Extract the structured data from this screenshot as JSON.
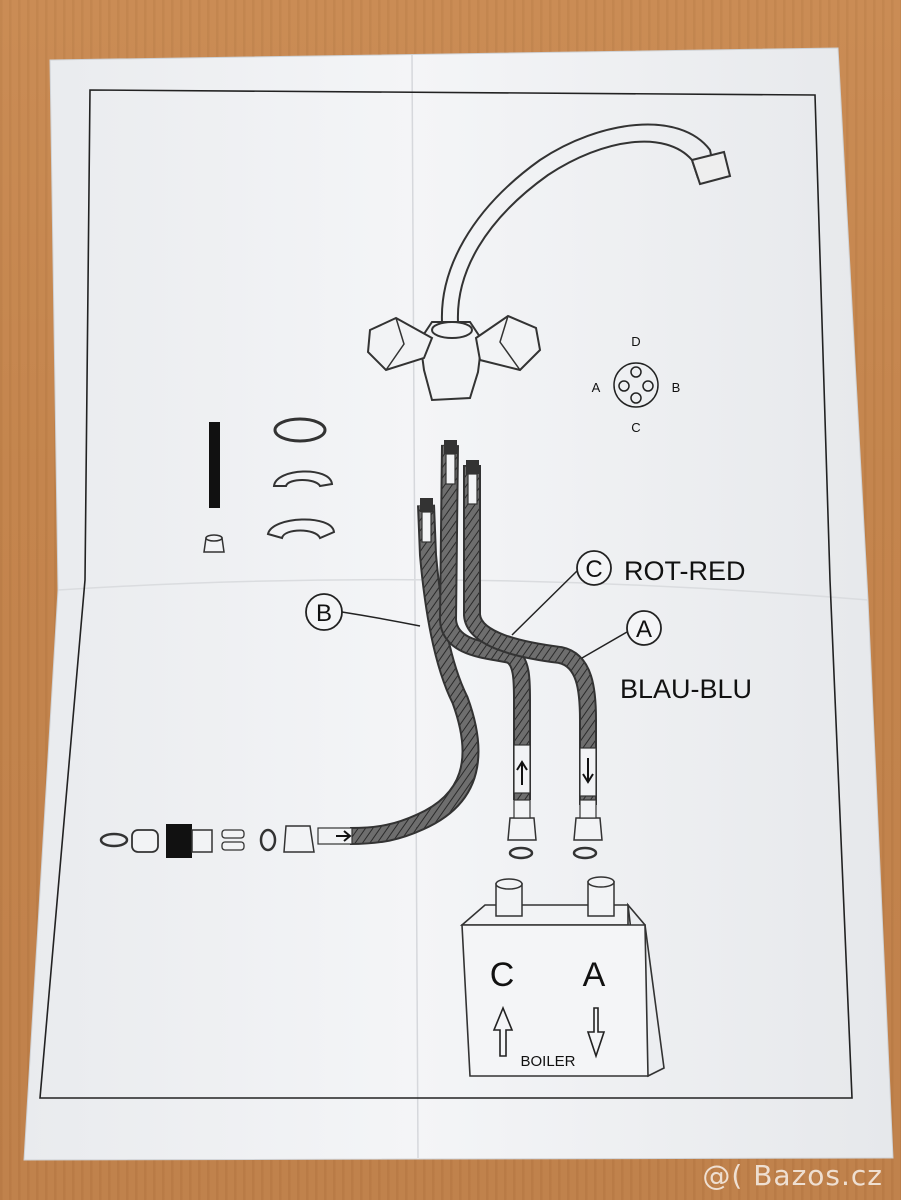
{
  "labels": {
    "C": "C",
    "C_text": "ROT-RED",
    "A": "A",
    "A_text": "BLAU-BLU",
    "B": "B",
    "port_D": "D",
    "port_A": "A",
    "port_B": "B",
    "port_C": "C",
    "boiler_C": "C",
    "boiler_A": "A",
    "boiler": "BOILER"
  },
  "watermark": "@( Bazos.cz"
}
